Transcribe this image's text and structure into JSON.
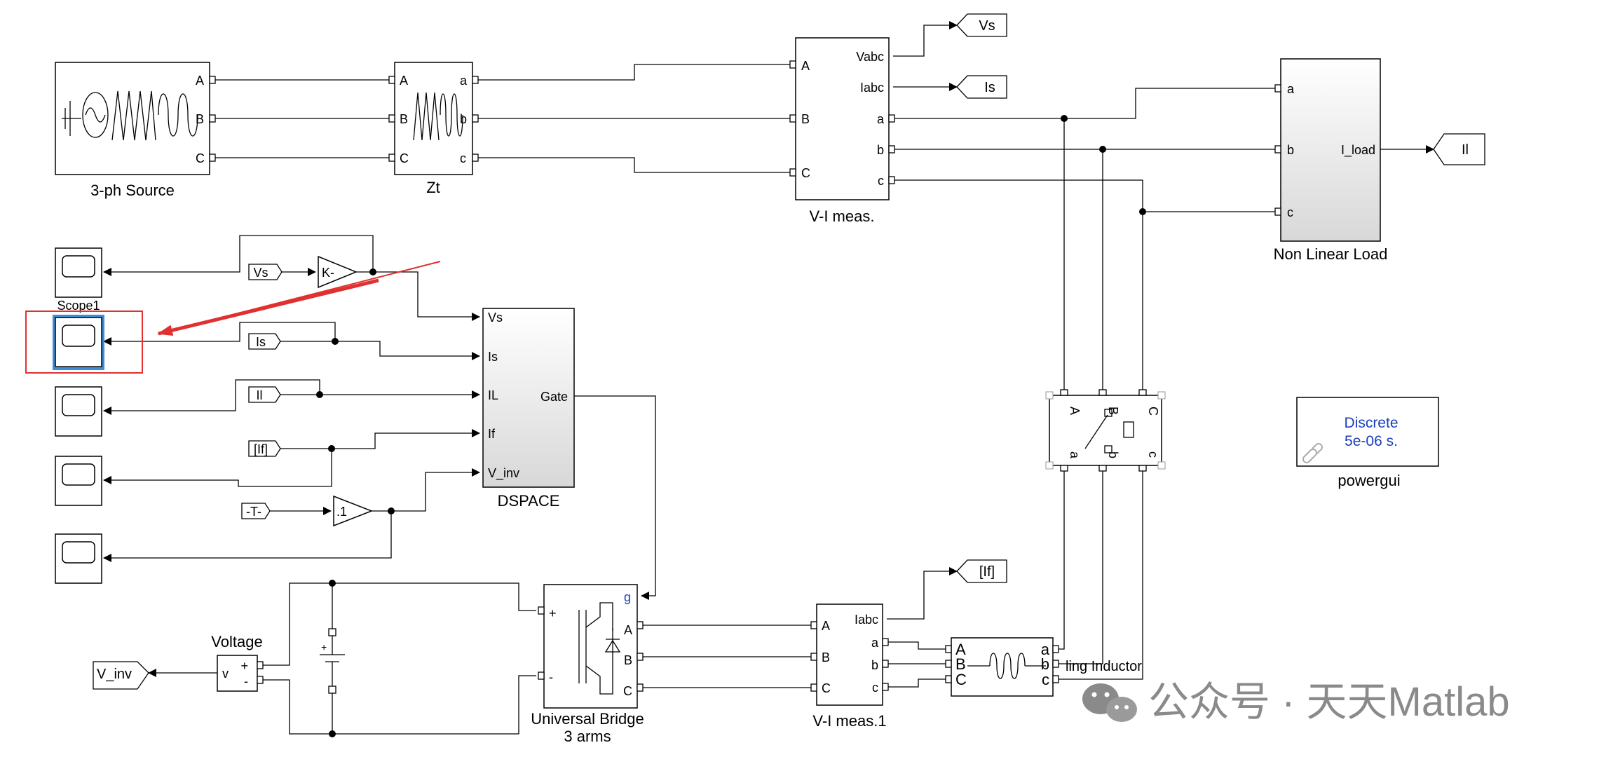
{
  "blocks": {
    "source": {
      "caption": "3-ph Source",
      "ports": [
        "A",
        "B",
        "C"
      ]
    },
    "zt": {
      "caption": "Zt",
      "in_ports": [
        "A",
        "B",
        "C"
      ],
      "out_ports": [
        "a",
        "b",
        "c"
      ]
    },
    "vimeas": {
      "caption": "V-I meas.",
      "in_ports": [
        "A",
        "B",
        "C"
      ],
      "out_ports": [
        "Vabc",
        "Iabc",
        "a",
        "b",
        "c"
      ]
    },
    "load": {
      "caption": "Non Linear Load",
      "in_ports": [
        "a",
        "b",
        "c"
      ],
      "out_port": "I_load"
    },
    "dspace": {
      "caption": "DSPACE",
      "in_ports": [
        "Vs",
        "Is",
        "IL",
        "If",
        "V_inv"
      ],
      "out_port": "Gate"
    },
    "bridge": {
      "caption_line1": "Universal Bridge",
      "caption_line2": "3 arms",
      "ports": [
        "+",
        "-",
        "g",
        "A",
        "B",
        "C"
      ]
    },
    "vimeas1": {
      "caption": "V-I meas.1",
      "in_ports": [
        "A",
        "B",
        "C"
      ],
      "out_ports": [
        "Iabc",
        "a",
        "b",
        "c"
      ]
    },
    "inductor": {
      "caption": "ling Inductor",
      "in_ports": [
        "A",
        "B",
        "C"
      ],
      "out_ports": [
        "a",
        "b",
        "c"
      ]
    },
    "voltage": {
      "caption": "Voltage",
      "ports": [
        "v",
        "+",
        "-"
      ]
    },
    "transformer": {
      "ports": [
        "A",
        "B",
        "C",
        "a",
        "b",
        "c"
      ]
    },
    "powergui": {
      "caption": "powergui",
      "line1": "Discrete",
      "line2": "5e-06 s."
    },
    "scope1": {
      "caption": "Scope1"
    }
  },
  "tags": {
    "vs_out": "Vs",
    "is_out": "Is",
    "il_out": "Il",
    "if_out": "[If]",
    "vs_from": "Vs",
    "is_from": "Is",
    "il_from": "Il",
    "if_from": "[If]",
    "t_from": "-T-",
    "vinv_out": "V_inv"
  },
  "gains": {
    "k": "K-",
    "point1": ".1"
  },
  "watermark": "公众号 · 天天Matlab",
  "colors": {
    "highlight": "#e03030",
    "selected": "#3b8fd6",
    "powergui_text": "#1a3fc0",
    "gate_label": "#1a3fc0"
  }
}
